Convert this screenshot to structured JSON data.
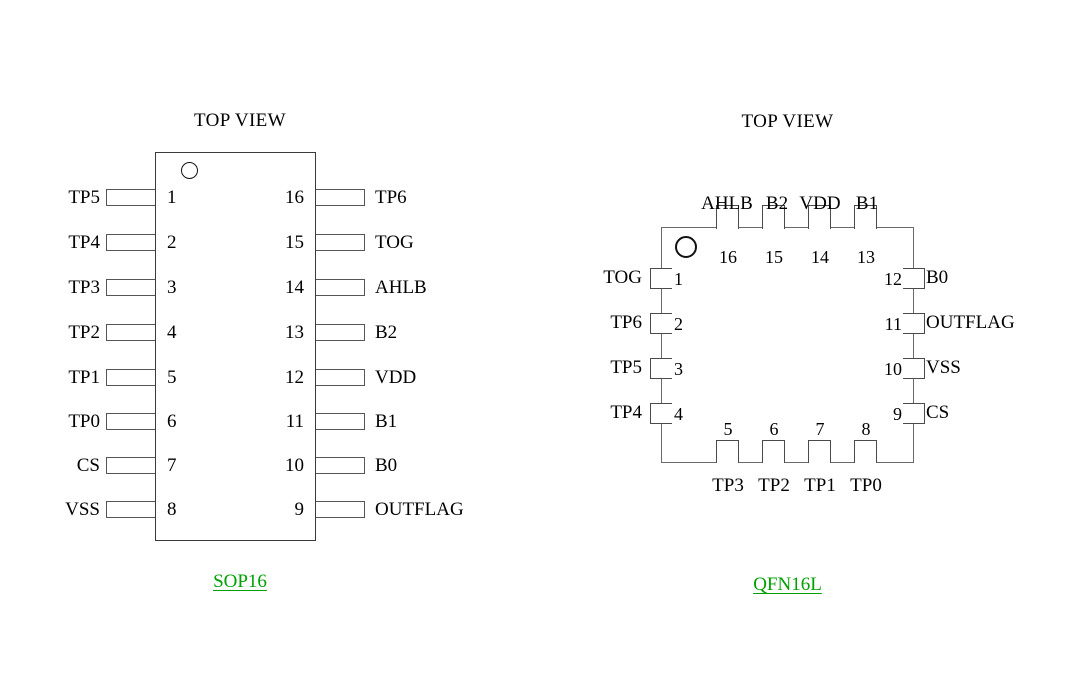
{
  "packages": [
    {
      "id": "sop16",
      "view_title": "TOP VIEW",
      "package_label": "SOP16",
      "package_label_color": "#00a000",
      "pin_count": 16,
      "left_pins": [
        {
          "number": "1",
          "name": "TP5"
        },
        {
          "number": "2",
          "name": "TP4"
        },
        {
          "number": "3",
          "name": "TP3"
        },
        {
          "number": "4",
          "name": "TP2"
        },
        {
          "number": "5",
          "name": "TP1"
        },
        {
          "number": "6",
          "name": "TP0"
        },
        {
          "number": "7",
          "name": "CS"
        },
        {
          "number": "8",
          "name": "VSS"
        }
      ],
      "right_pins": [
        {
          "number": "16",
          "name": "TP6"
        },
        {
          "number": "15",
          "name": "TOG"
        },
        {
          "number": "14",
          "name": "AHLB"
        },
        {
          "number": "13",
          "name": "B2"
        },
        {
          "number": "12",
          "name": "VDD"
        },
        {
          "number": "11",
          "name": "B1"
        },
        {
          "number": "10",
          "name": "B0"
        },
        {
          "number": "9",
          "name": "OUTFLAG"
        }
      ]
    },
    {
      "id": "qfn16l",
      "view_title": "TOP VIEW",
      "package_label": "QFN16L",
      "package_label_color": "#00a000",
      "pin_count": 16,
      "top_pins": [
        {
          "number": "16",
          "name": "AHLB"
        },
        {
          "number": "15",
          "name": "B2"
        },
        {
          "number": "14",
          "name": "VDD"
        },
        {
          "number": "13",
          "name": "B1"
        }
      ],
      "left_pins": [
        {
          "number": "1",
          "name": "TOG"
        },
        {
          "number": "2",
          "name": "TP6"
        },
        {
          "number": "3",
          "name": "TP5"
        },
        {
          "number": "4",
          "name": "TP4"
        }
      ],
      "bottom_pins": [
        {
          "number": "5",
          "name": "TP3"
        },
        {
          "number": "6",
          "name": "TP2"
        },
        {
          "number": "7",
          "name": "TP1"
        },
        {
          "number": "8",
          "name": "TP0"
        }
      ],
      "right_pins": [
        {
          "number": "12",
          "name": "B0"
        },
        {
          "number": "11",
          "name": "OUTFLAG"
        },
        {
          "number": "10",
          "name": "VSS"
        },
        {
          "number": "9",
          "name": "CS"
        }
      ]
    }
  ]
}
